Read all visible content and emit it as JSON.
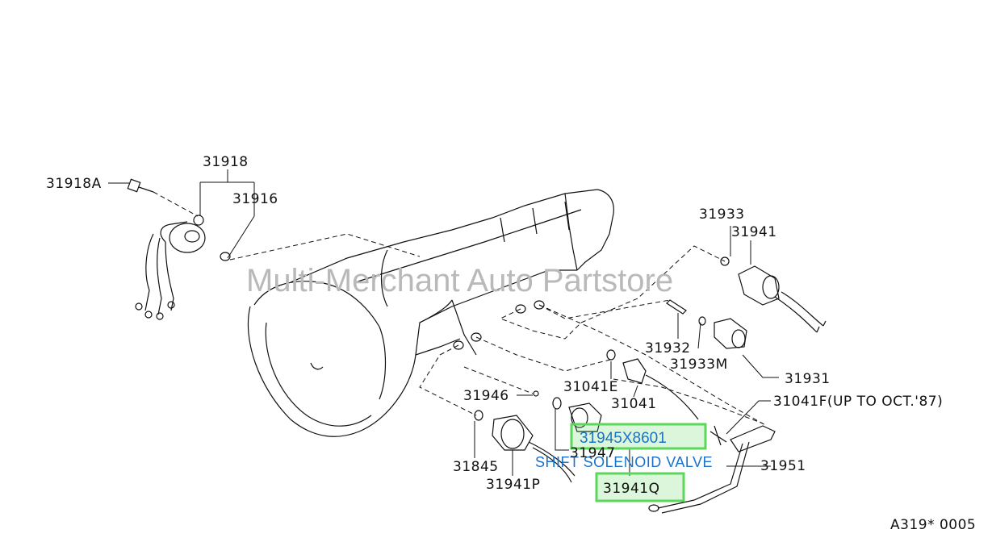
{
  "watermark": "Multi-Merchant Auto Partstore",
  "diagram_code": "A319* 0005",
  "highlight": {
    "part_number": "31945X8601",
    "description": "SHIFT SOLENOID VALVE",
    "color": "#5bd75b",
    "text_color": "#1a73c9"
  },
  "labels": {
    "p31918A": "31918A",
    "p31918": "31918",
    "p31916": "31916",
    "p31933": "31933",
    "p31941": "31941",
    "p31932": "31932",
    "p31933M": "31933M",
    "p31931": "31931",
    "p31041E": "31041E",
    "p31041": "31041",
    "p31946": "31946",
    "p31041F": "31041F(UP TO OCT.'87)",
    "p31947": "31947",
    "p31951": "31951",
    "p31845": "31845",
    "p31941P": "31941P",
    "p31941Q": "31941Q"
  }
}
